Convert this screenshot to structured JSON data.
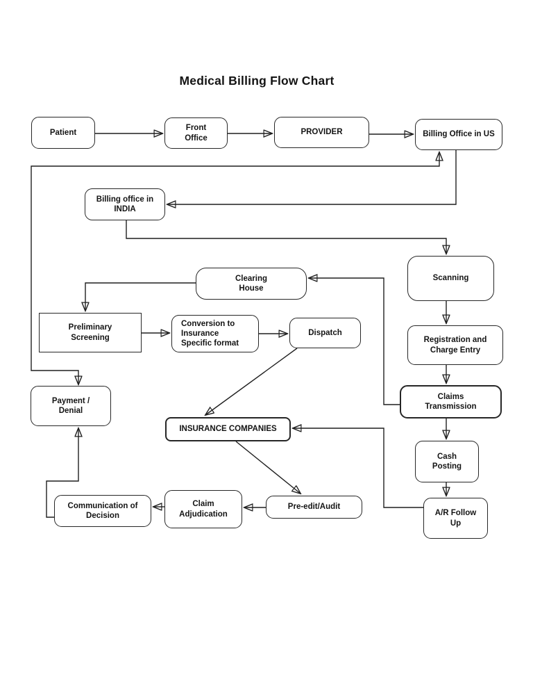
{
  "page": {
    "title": "Medical Billing Flow Chart"
  },
  "diagram": {
    "nodes": {
      "patient": {
        "label": "Patient"
      },
      "front_office": {
        "label": "Front Office"
      },
      "provider": {
        "label": "PROVIDER"
      },
      "billing_office_us": {
        "label": "Billing Office in US"
      },
      "billing_office_india": {
        "label": "Billing office in INDIA"
      },
      "scanning": {
        "label": "Scanning"
      },
      "clearing_house": {
        "label": "Clearing House"
      },
      "preliminary_screening": {
        "label": "Preliminary Screening"
      },
      "conversion": {
        "label": "Conversion to Insurance Specific format"
      },
      "dispatch": {
        "label": "Dispatch"
      },
      "registration_charge_entry": {
        "label": "Registration and Charge Entry"
      },
      "claims_transmission": {
        "label": "Claims Transmission"
      },
      "payment_denial": {
        "label": "Payment / Denial"
      },
      "insurance_companies": {
        "label": "INSURANCE COMPANIES"
      },
      "cash_posting": {
        "label": "Cash Posting"
      },
      "ar_follow_up": {
        "label": "A/R Follow Up"
      },
      "communication_of_decision": {
        "label": "Communication of Decision"
      },
      "claim_adjudication": {
        "label": "Claim Adjudication"
      },
      "pre_edit_audit": {
        "label": "Pre-edit/Audit"
      }
    },
    "edges": [
      {
        "from": "patient",
        "to": "front_office"
      },
      {
        "from": "front_office",
        "to": "provider"
      },
      {
        "from": "provider",
        "to": "billing_office_us"
      },
      {
        "from": "payment_denial",
        "to": "billing_office_us",
        "bidirectional": true
      },
      {
        "from": "billing_office_us",
        "to": "billing_office_india"
      },
      {
        "from": "billing_office_india",
        "to": "scanning"
      },
      {
        "from": "scanning",
        "to": "registration_charge_entry"
      },
      {
        "from": "registration_charge_entry",
        "to": "claims_transmission"
      },
      {
        "from": "claims_transmission",
        "to": "clearing_house"
      },
      {
        "from": "clearing_house",
        "to": "preliminary_screening"
      },
      {
        "from": "preliminary_screening",
        "to": "conversion"
      },
      {
        "from": "conversion",
        "to": "dispatch"
      },
      {
        "from": "dispatch",
        "to": "insurance_companies"
      },
      {
        "from": "claims_transmission",
        "to": "cash_posting"
      },
      {
        "from": "cash_posting",
        "to": "ar_follow_up"
      },
      {
        "from": "ar_follow_up",
        "to": "insurance_companies"
      },
      {
        "from": "insurance_companies",
        "to": "pre_edit_audit"
      },
      {
        "from": "pre_edit_audit",
        "to": "claim_adjudication"
      },
      {
        "from": "claim_adjudication",
        "to": "communication_of_decision"
      },
      {
        "from": "communication_of_decision",
        "to": "payment_denial"
      }
    ],
    "colors": {
      "background": "#ffffff",
      "line": "#1f1f1f",
      "box_border": "#262626",
      "box_fill": "#ffffff",
      "text": "#141414"
    }
  }
}
